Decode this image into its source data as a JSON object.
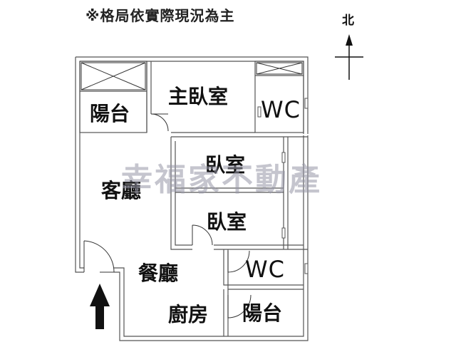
{
  "header_note": "※格局依實際現況為主",
  "compass": {
    "north_label": "北"
  },
  "rooms": {
    "balcony_nw": "陽台",
    "master_bedroom": "主臥室",
    "wc_north": "WC",
    "bedroom_1": "臥室",
    "living_room": "客廳",
    "bedroom_2": "臥室",
    "wc_south": "WC",
    "dining_room": "餐廳",
    "kitchen": "廚房",
    "balcony_se": "陽台"
  },
  "watermark": "幸福家不動產",
  "colors": {
    "wall_outer": "#555555",
    "wall_fill": "#d8d8d8",
    "wall_gray": "#8a8a8a",
    "watermark": "#9696a5"
  }
}
